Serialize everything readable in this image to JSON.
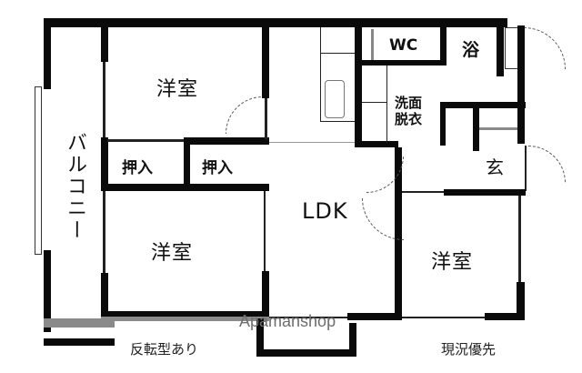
{
  "plan": {
    "rooms": [
      {
        "id": "western-room-top",
        "label": "洋室"
      },
      {
        "id": "western-room-bottom-left",
        "label": "洋室"
      },
      {
        "id": "western-room-bottom-right",
        "label": "洋室"
      },
      {
        "id": "ldk",
        "label": "LDK"
      },
      {
        "id": "closet-1",
        "label": "押入"
      },
      {
        "id": "closet-2",
        "label": "押入"
      },
      {
        "id": "wc",
        "label": "WC"
      },
      {
        "id": "bath",
        "label": "浴"
      },
      {
        "id": "washroom",
        "label": "洗面\n脱衣"
      },
      {
        "id": "entrance",
        "label": "玄"
      },
      {
        "id": "balcony",
        "label": "バルコニー"
      }
    ],
    "notes": {
      "reversed": "反転型あり",
      "current_priority": "現況優先"
    },
    "watermark": "Apamanshop"
  }
}
